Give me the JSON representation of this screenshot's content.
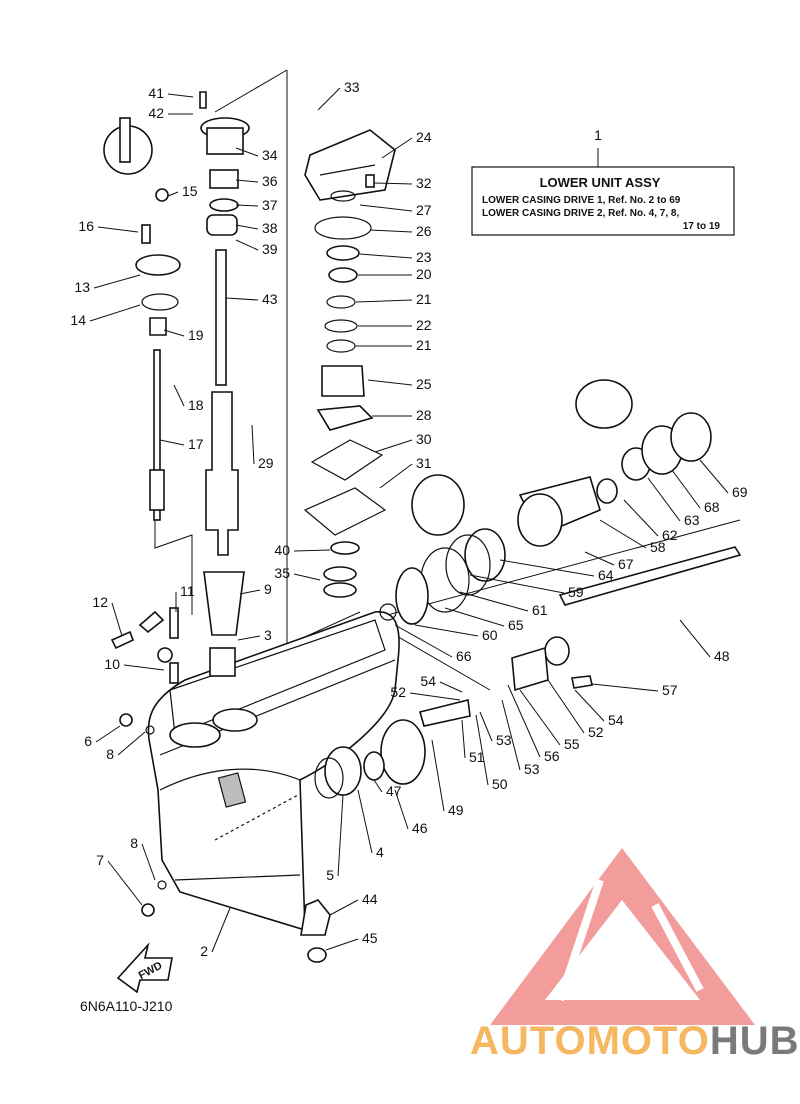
{
  "ref_box": {
    "number": "1",
    "title": "LOWER UNIT ASSY",
    "line1": "LOWER CASING DRIVE 1,  Ref. No. 2 to 69",
    "line2": "LOWER CASING DRIVE 2,  Ref. No. 4, 7, 8,",
    "line3": "17 to 19"
  },
  "diagram_code": "6N6A110-J210",
  "fwd_label": "FWD",
  "watermark": {
    "text_a": "AUTOMOTO",
    "text_b": "HUB",
    "color_a": "#f5b860",
    "color_b": "#7a7a7a",
    "triangle_color": "#f07c7c"
  },
  "labels": [
    "41",
    "42",
    "34",
    "36",
    "37",
    "38",
    "39",
    "43",
    "15",
    "16",
    "13",
    "14",
    "19",
    "18",
    "17",
    "29",
    "33",
    "24",
    "32",
    "27",
    "26",
    "23",
    "20",
    "21",
    "22",
    "21",
    "25",
    "28",
    "30",
    "31",
    "40",
    "35",
    "9",
    "3",
    "11",
    "12",
    "10",
    "6",
    "8",
    "7",
    "8",
    "2",
    "44",
    "45",
    "69",
    "68",
    "63",
    "62",
    "58",
    "67",
    "64",
    "59",
    "61",
    "65",
    "60",
    "66",
    "48",
    "57",
    "54",
    "52",
    "55",
    "56",
    "53",
    "51",
    "54",
    "52",
    "53",
    "50",
    "49",
    "47",
    "46",
    "5",
    "4"
  ]
}
